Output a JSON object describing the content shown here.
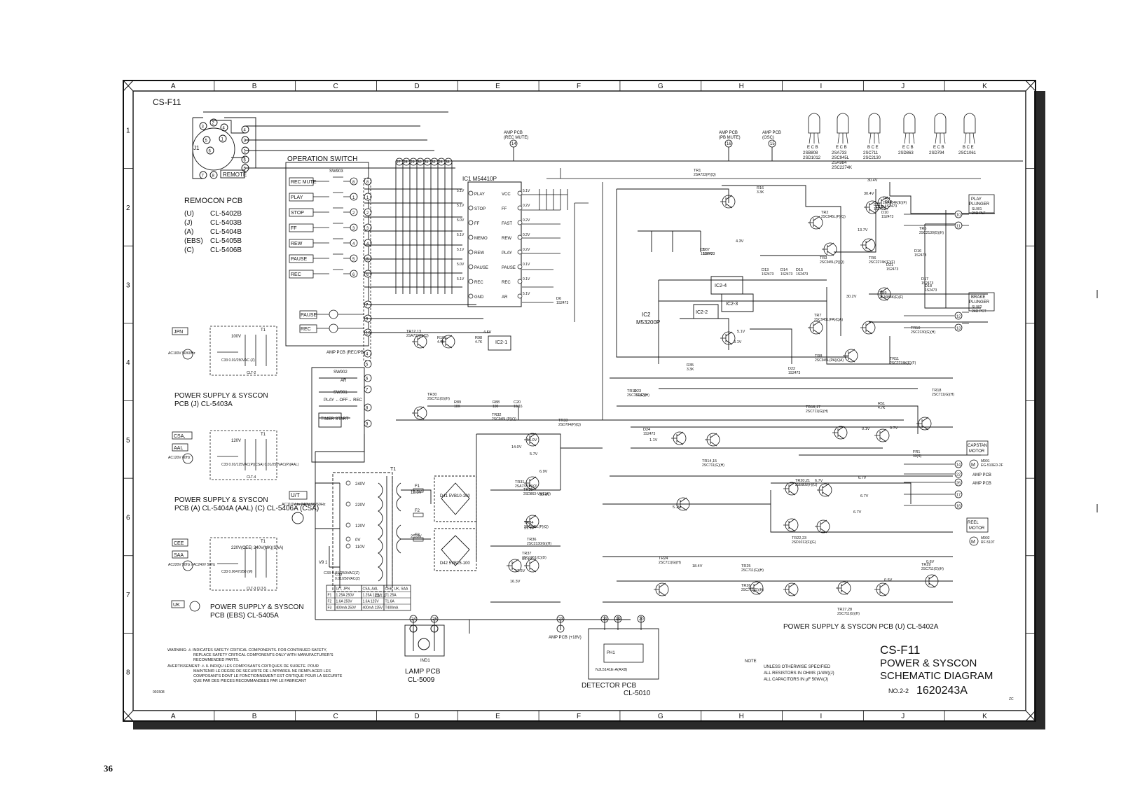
{
  "sheet": {
    "model": "CS-F11",
    "page_number": "36",
    "columns": [
      "A",
      "B",
      "C",
      "D",
      "E",
      "F",
      "G",
      "H",
      "I",
      "J",
      "K"
    ],
    "rows": [
      "1",
      "2",
      "3",
      "4",
      "5",
      "6",
      "7",
      "8"
    ],
    "colors": {
      "ink": "#111111",
      "paper": "#ffffff",
      "frame_shadow": "#2a2a2a"
    }
  },
  "title_block": {
    "line1": "CS-F11",
    "line2": "POWER & SYSCON",
    "line3": "SCHEMATIC DIAGRAM",
    "sheet_no": "NO.2-2",
    "drawing_no": "1620243A",
    "zc": "ZC"
  },
  "notes": {
    "heading": "NOTE",
    "lines": [
      "UNLESS OTHERWISE SPECIFIED",
      "ALL RESISTORS IN OHMS (1/4W)(J)",
      "ALL CAPACITORS IN μF 50WV(J)"
    ]
  },
  "warning": {
    "en": [
      "WARNING: ⚠ INDICATES SAFETY CRITICAL COMPONENTS. FOR CONTINUED SAFETY,",
      "REPLACE SAFETY CRITICAL COMPONENTS ONLY WITH MANUFACTURER'S",
      "RECOMMENDED PARTS."
    ],
    "fr": [
      "AVERTISSEMENT: ⚠ IL INDIQU LES COMPOSANTS CRITIQUES DE SURETE. POUR",
      "MAINTENIR LE DEGRE DE SECURITE DE L'APPAREIL NE REMPLACER LES",
      "COMPOSANTS DONT LE FONCTIONNEMENT EST CRITIQUE POUR LA SECURITE",
      "QUE PAR DES PIECES RECOMMANDEES PAR LE FABRICANT"
    ],
    "code": "001508"
  },
  "remocon": {
    "label": "REMOCON PCB",
    "jack": "J1",
    "remote": "REMOTE",
    "versions": [
      {
        "region": "(U)",
        "part": "CL-5402B"
      },
      {
        "region": "(J)",
        "part": "CL-5403B"
      },
      {
        "region": "(A)",
        "part": "CL-5404B"
      },
      {
        "region": "(EBS)",
        "part": "CL-5405B"
      },
      {
        "region": "(C)",
        "part": "CL-5406B"
      }
    ]
  },
  "operation_switch": {
    "title": "OPERATION SWITCH",
    "sw_label": "SW903",
    "buttons": [
      "REC MUTE",
      "PLAY",
      "STOP",
      "FF",
      "REW",
      "PAUSE",
      "REC"
    ],
    "pins": [
      "8",
      "1",
      "2",
      "3",
      "4",
      "5",
      "6"
    ],
    "lower_buttons": [
      "PAUSE",
      "REC"
    ],
    "sw902": "SW902",
    "ar": "AR",
    "sw901": "SW901",
    "mode": "PLAY ←OFF→ REC",
    "timer": "TIMER START",
    "amp_rec_pb": "AMP PCB (REC/PB)",
    "j1_pins": [
      "27",
      "28",
      "29",
      "30",
      "31",
      "32",
      "26",
      "33"
    ]
  },
  "ic1": {
    "name": "IC1 M54410P",
    "left_pins": [
      "PLAY",
      "STOP",
      "FF",
      "MEMO",
      "REW",
      "PAUSE",
      "REC",
      "GND"
    ],
    "right_pins": [
      "VCC",
      "FF",
      "FAST",
      "REW",
      "PLAY",
      "PAUSE",
      "REC",
      "AR"
    ],
    "right_voltages": [
      "5.1V",
      "0.2V",
      "0.2V",
      "0.2V",
      "0.2V",
      "0.1V",
      "0.1V",
      "5.1V"
    ],
    "left_voltages": [
      "5.1V",
      "5.1V",
      "5.0V",
      "5.1V",
      "5.1V",
      "5.0V",
      "5.1V",
      ""
    ]
  },
  "amp_connectors": [
    {
      "label": "AMP PCB (REC MUTE)",
      "pin": "14"
    },
    {
      "label": "AMP PCB (PB MUTE)",
      "pin": "16"
    },
    {
      "label": "AMP PCB (OSC)",
      "pin": "15"
    }
  ],
  "transistor_legend": [
    {
      "pins": "E C B",
      "parts": [
        "2SB808",
        "2SD1012"
      ]
    },
    {
      "pins": "E C B",
      "parts": [
        "2SA733",
        "2SC945L",
        "2SA984",
        "2SC2274K"
      ]
    },
    {
      "pins": "B C E",
      "parts": [
        "2SC711",
        "2SC2130"
      ]
    },
    {
      "pins": "E C B",
      "parts": [
        "2SD863"
      ]
    },
    {
      "pins": "E C B",
      "parts": [
        "2SD794"
      ]
    },
    {
      "pins": "B C E",
      "parts": [
        "2SC1061"
      ]
    }
  ],
  "solenoids": [
    {
      "name": "PLAY PLUNGER",
      "part": "SL901",
      "spec": "24Ω PLT"
    },
    {
      "name": "BRAKE PLUNGER",
      "part": "SL902",
      "spec": "24Ω PCT"
    }
  ],
  "motors": [
    {
      "name": "CAPSTAN MOTOR",
      "part": "M901",
      "spec": "EG-510ED-2F"
    },
    {
      "name": "REEL MOTOR",
      "part": "M902",
      "spec": "RF-510T"
    }
  ],
  "right_connectors": [
    {
      "pin": "10",
      "label": ""
    },
    {
      "pin": "11",
      "label": ""
    },
    {
      "pin": "12",
      "label": ""
    },
    {
      "pin": "13",
      "label": ""
    },
    {
      "pin": "14",
      "label": ""
    },
    {
      "pin": "22",
      "label": "AMP PCB"
    },
    {
      "pin": "26",
      "label": "AMP PCB"
    },
    {
      "pin": "17",
      "label": ""
    },
    {
      "pin": "18",
      "label": ""
    }
  ],
  "supplies": [
    {
      "tag": "JPN",
      "title": "POWER SUPPLY & SYSCON PCB (J) CL-5403A",
      "ac": "AC100V 50/60Hz",
      "cap": "C33 0.01/250VAC (Z)",
      "tap": "100V",
      "clt": "CLT-2"
    },
    {
      "tag": "CSA, AAL",
      "title": "POWER SUPPLY & SYSCON PCB (A) CL-5404A (AAL) (C) CL-5406A (CSA)",
      "ac": "AC120V 60Hz",
      "cap": "C33 0.01/125VAC(P)(CSA) 0.01/250VAC(P)(AAL)",
      "tap": "120V",
      "clt": "CLT-4"
    },
    {
      "tag": "CEE SAA",
      "title": "",
      "ac": "AC220V 50Hz / AC240V 50Hz",
      "cap": "C33 0.0047/250 (M)",
      "tap": "220V(CEE) 240V(UK)(SAA)",
      "clt": "CLT-3 CLT-5"
    },
    {
      "tag": "UK",
      "title": "POWER SUPPLY & SYSCON PCB (EBS) CL-5405A",
      "ac": "AC240V 50Hz",
      "cap": "",
      "tap": "",
      "clt": ""
    }
  ],
  "main_transformer": {
    "label": "T1",
    "input": "U/T",
    "input_spec": "AC110V to 240V 50/60Hz",
    "taps": [
      "240V",
      "220V",
      "120V",
      "110V",
      "0V"
    ],
    "v1": "V9 1",
    "c33": "C33 0.01/250VAC(Z)",
    "clt": "CLT-1",
    "outputs": [
      "12.3V",
      "25.0V"
    ],
    "bridges": [
      "D41 5VB10-100",
      "D42 5VB15-100"
    ],
    "fuses": [
      "F1",
      "F2",
      "F3"
    ]
  },
  "fuse_table": {
    "headers": [
      "",
      "U/T, JPN",
      "CSA, AAL",
      "CEE, UK, SAA"
    ],
    "rows": [
      [
        "F1",
        "1.25A 250V",
        "1.25A 125V",
        "T1.25A"
      ],
      [
        "F2",
        "1.6A 250V",
        "1.6A 125V",
        "T1.6A"
      ],
      [
        "F3",
        "400mA 250V",
        "400mA 125V",
        "T400mA"
      ]
    ]
  },
  "pcbs": {
    "lamp": {
      "title": "LAMP PCB",
      "part": "CL-5009",
      "component": "IND1"
    },
    "detector": {
      "title": "DETECTOR PCB",
      "part": "CL-5010",
      "component": "PH1",
      "sensor": "NJL5141E-A(AX8)"
    },
    "main": "POWER SUPPLY & SYSCON PCB (U) CL-5402A",
    "amp_18v": "AMP PCB (+18V)"
  },
  "ic2": {
    "name": "IC2",
    "part": "M53200P",
    "gates": [
      "IC2-1",
      "IC2-2",
      "IC2-3",
      "IC2-4"
    ]
  },
  "component_labels": [
    "TR1 2SA733(P)(Q)",
    "TR2 2SC945L(P)(Q)",
    "TR3 2SC945L(P)(Q)",
    "TR4 2SA984K(E)(F)",
    "TR5 2SC2130(G)(H)",
    "TR6 2SC2274K(E)(F)",
    "TR7 2SC945L(PA)(QA)",
    "TR8 2SC945L(PA)(QA)",
    "TR9 2SA984K(E)(F)",
    "TR10 2SC2130(G)(H)",
    "TR11 2SC2274K(E)(F)",
    "TR12,13 2SA733(P)(Q)",
    "TR18 2SC711(G)(H)",
    "TR19 2SC711(G)(H)",
    "TR30 2SC711(G)(H)",
    "TR31 2SA733(P)(Q)",
    "TR32 2SC945L(P)(Q)",
    "TR33 2SD794(P)(Q)",
    "TR34 2SC945L(P)(Q)",
    "TR35 2SD863-V8(E)(F)",
    "TR36 2SC2130(G)(H)",
    "TR37 2SC1061(C)(D)",
    "TR20,21 2SB808(F)(G)",
    "TR22,23 2SD1012(F)(G)",
    "TR14,15 2SC711(G)(H)",
    "TR16,17 2SC711(G)(H)",
    "TR24 2SC711(G)(H)",
    "TR25 2SC711(G)(H)",
    "TR26 2SC711(G)(H)",
    "TR27,28 2SC711(G)(H)",
    "TR29 2SC711(G)(H)",
    "R16 3.3K",
    "R35 3.3K",
    "R51 4.7K",
    "R100 4.7K",
    "R98 4.7K",
    "R89 10K",
    "R88 100",
    "C20 10/16",
    "C33 0.01/250VAC(Z)",
    "D22 1S2473",
    "D23 1S2473",
    "D24 1S2473",
    "D37 1S2473",
    "D6 1S2473",
    "D9 1S2473",
    "D13 1S2473",
    "D14 1S2473",
    "D15 1S2473",
    "D16 1S2473",
    "D17 1S2473",
    "D18 1S2473",
    "D12 1S2473",
    "D11 1S2473",
    "D10 1S2473",
    "D21 1S2473",
    "FR1 33(S)"
  ],
  "voltages": [
    "30.4V",
    "30.4V",
    "30.2V",
    "13.8V",
    "13.7V",
    "6.7V",
    "6.7V",
    "6.7V",
    "6.7V",
    "14.0V",
    "16.0V",
    "5.7V",
    "6.9V",
    "30.4V",
    "31.1V",
    "31.1V",
    "17.6V",
    "16.3V",
    "18.4V",
    "0.6V",
    "0.6V",
    "4.3V",
    "4.5V",
    "5.1V",
    "5.1V",
    "3.1V",
    "1.1V",
    "0.1V",
    "0.7V"
  ]
}
